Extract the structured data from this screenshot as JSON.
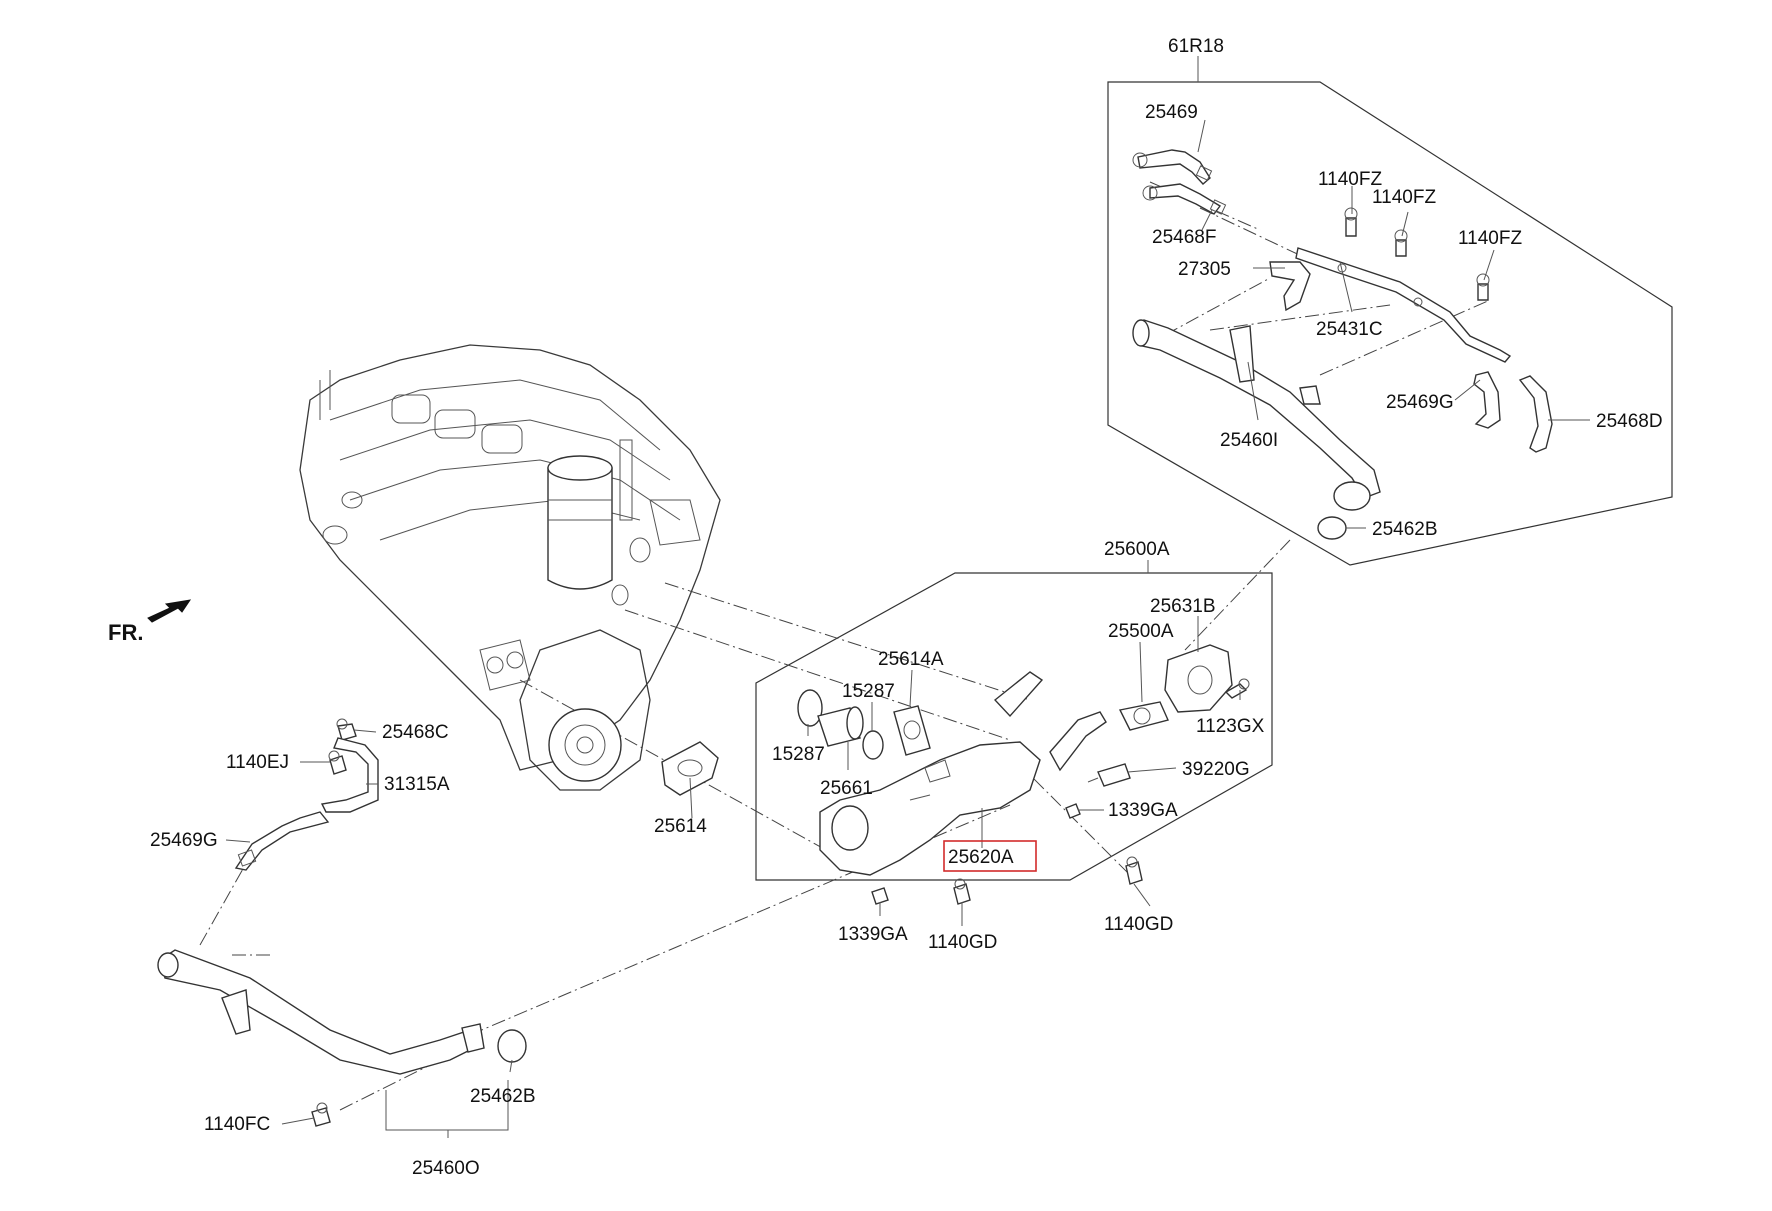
{
  "labels": {
    "l61R18": "61R18",
    "l25469_top": "25469",
    "l1140FZ_a": "1140FZ",
    "l1140FZ_b": "1140FZ",
    "l1140FZ_c": "1140FZ",
    "l25468F": "25468F",
    "l27305": "27305",
    "l25431C": "25431C",
    "l25469G_right": "25469G",
    "l25468D": "25468D",
    "l25460I": "25460I",
    "l25462B_top": "25462B",
    "l25600A": "25600A",
    "l25631B": "25631B",
    "l25500A": "25500A",
    "l25614A": "25614A",
    "l15287_a": "15287",
    "l15287_b": "15287",
    "l25661": "25661",
    "l1123GX": "1123GX",
    "l39220G": "39220G",
    "l1339GA_right": "1339GA",
    "l25620A": "25620A",
    "l1339GA_bottom": "1339GA",
    "l1140GD_a": "1140GD",
    "l1140GD_b": "1140GD",
    "l25614": "25614",
    "l25468C": "25468C",
    "l1140EJ": "1140EJ",
    "l31315A": "31315A",
    "l25469G_left": "25469G",
    "l25462B_bottom": "25462B",
    "l1140FC": "1140FC",
    "l25460O": "25460O",
    "fr": "FR."
  },
  "highlight_color": "#d22b2b",
  "icons": {
    "front_arrow": "front-direction-arrow-icon"
  }
}
